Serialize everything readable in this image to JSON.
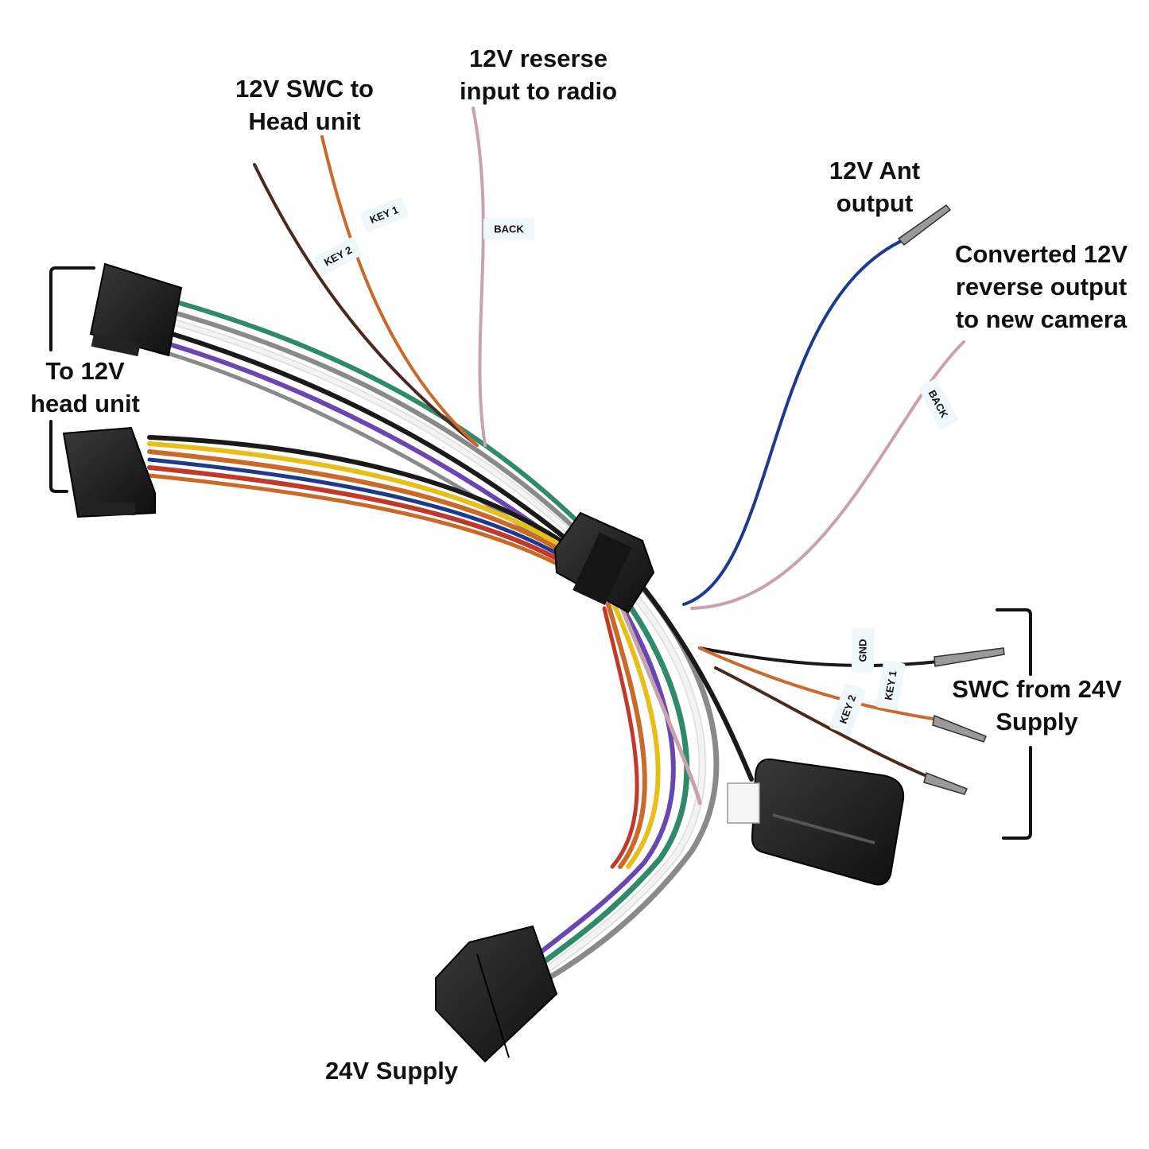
{
  "labels": {
    "swc_head_unit": [
      "12V SWC to",
      "Head unit"
    ],
    "reverse_input": [
      "12V reserse",
      "input to radio"
    ],
    "ant_output": [
      "12V Ant",
      "output"
    ],
    "camera_output": [
      "Converted 12V",
      "reverse output",
      "to new camera"
    ],
    "head_unit": [
      "To 12V",
      "head unit"
    ],
    "swc_24v": [
      "SWC from 24V",
      "Supply"
    ],
    "supply_24v": [
      "24V Supply"
    ]
  },
  "wire_tags": {
    "key2_top": "KEY 2",
    "key1_top": "KEY 1",
    "back_top": "BACK",
    "back_right": "BACK",
    "gnd": "GND",
    "key1_right": "KEY 1",
    "key2_right": "KEY 2"
  },
  "colors": {
    "brown": "#4a2a1e",
    "orange": "#c9692a",
    "pink": "#c8a2ad",
    "blue": "#1e3a8c",
    "black": "#1a1a1a",
    "green": "#2f8a6a",
    "purple": "#6a46b0",
    "yellow": "#e6bf1a",
    "red": "#c0392b",
    "grey": "#8a8a8a",
    "white": "#f3f3f3",
    "connector": "#1f1f1f"
  }
}
